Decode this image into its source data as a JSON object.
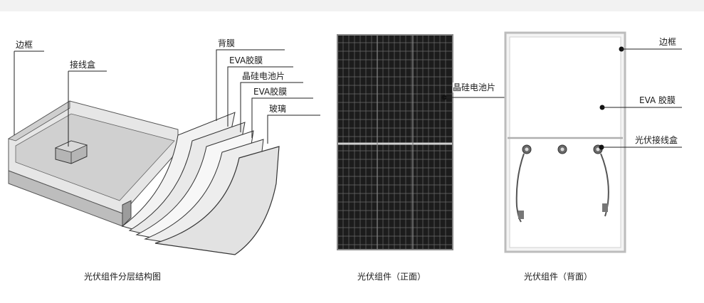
{
  "layered_diagram": {
    "labels": {
      "frame": "边框",
      "junction_box": "接线盒",
      "backsheet": "背膜",
      "eva_top": "EVA胶膜",
      "cell": "晶硅电池片",
      "eva_bottom": "EVA胶膜",
      "glass": "玻璃"
    },
    "caption": "光伏组件分层结构图"
  },
  "front_view": {
    "cell_label": "晶硅电池片",
    "caption": "光伏组件（正面）"
  },
  "back_view": {
    "frame_label": "边框",
    "eva_label": "EVA 胶膜",
    "junction_label": "光伏接线盒",
    "caption": "光伏组件（背面）"
  },
  "colors": {
    "panel_cells": "#1c1c1c",
    "panel_grid": "#6a6a6a",
    "frame": "#d8d8d8",
    "line": "#222222"
  }
}
